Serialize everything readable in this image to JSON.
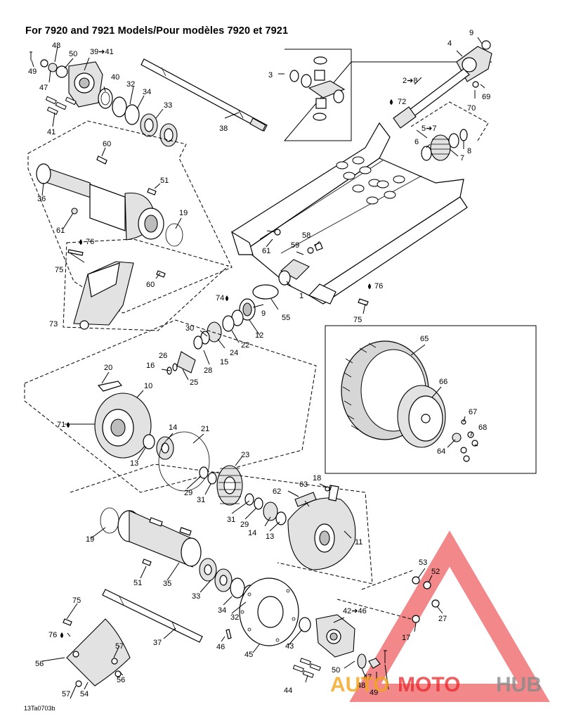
{
  "title": "For 7920 and 7921 Models/Pour modèles 7920 et 7921",
  "figure_code": "13Ta0703b",
  "watermark": {
    "text_left": "AUTO",
    "text_mid": "MOTO",
    "text_right": "HUB",
    "color_red": "#e8262a",
    "color_gold": "#f2a51b",
    "color_gray": "#8a8a8a"
  },
  "callouts": {
    "c1": "1",
    "c2": "2➔8",
    "c3": "3",
    "c4": "4",
    "c5": "5➔7",
    "c6": "6",
    "c7": "7",
    "c8": "8",
    "c9": "9",
    "c9b": "9",
    "c10": "10",
    "c11": "11",
    "c12": "12",
    "c13": "13",
    "c13b": "13",
    "c14": "14",
    "c14b": "14",
    "c15": "15",
    "c16": "16",
    "c17": "17",
    "c18": "18",
    "c19": "19",
    "c19b": "19",
    "c20": "20",
    "c21": "21",
    "c22": "22",
    "c23": "23",
    "c24": "24",
    "c25": "25",
    "c26": "26",
    "c27": "27",
    "c28": "28",
    "c29": "29",
    "c29b": "29",
    "c30": "30",
    "c31": "31",
    "c31b": "31",
    "c32": "32",
    "c32b": "32",
    "c33": "33",
    "c33b": "33",
    "c34": "34",
    "c34b": "34",
    "c35": "35",
    "c36": "36",
    "c37": "37",
    "c38": "38",
    "c39": "39➔41",
    "c40": "40",
    "c41": "41",
    "c42": "42➔46",
    "c43": "43",
    "c44": "44",
    "c45": "45",
    "c46": "46",
    "c47": "47",
    "c47b": "47",
    "c48": "48",
    "c48b": "48",
    "c49": "49",
    "c49b": "49",
    "c50": "50",
    "c50b": "50",
    "c51": "51",
    "c51b": "51",
    "c52": "52",
    "c53": "53",
    "c54": "54",
    "c55": "55",
    "c56": "56",
    "c56b": "56",
    "c57": "57",
    "c57b": "57",
    "c58": "58",
    "c59": "59",
    "c60": "60",
    "c60b": "60",
    "c61": "61",
    "c61b": "61",
    "c62": "62",
    "c63": "63",
    "c64": "64",
    "c65": "65",
    "c66": "66",
    "c67": "67",
    "c68": "68",
    "c69": "69",
    "c70": "70",
    "c71": "71",
    "c72": "72",
    "c73": "73",
    "c74": "74",
    "c75": "75",
    "c75b": "75",
    "c75c": "75",
    "c76": "76",
    "c76b": "76",
    "c76c": "76"
  }
}
